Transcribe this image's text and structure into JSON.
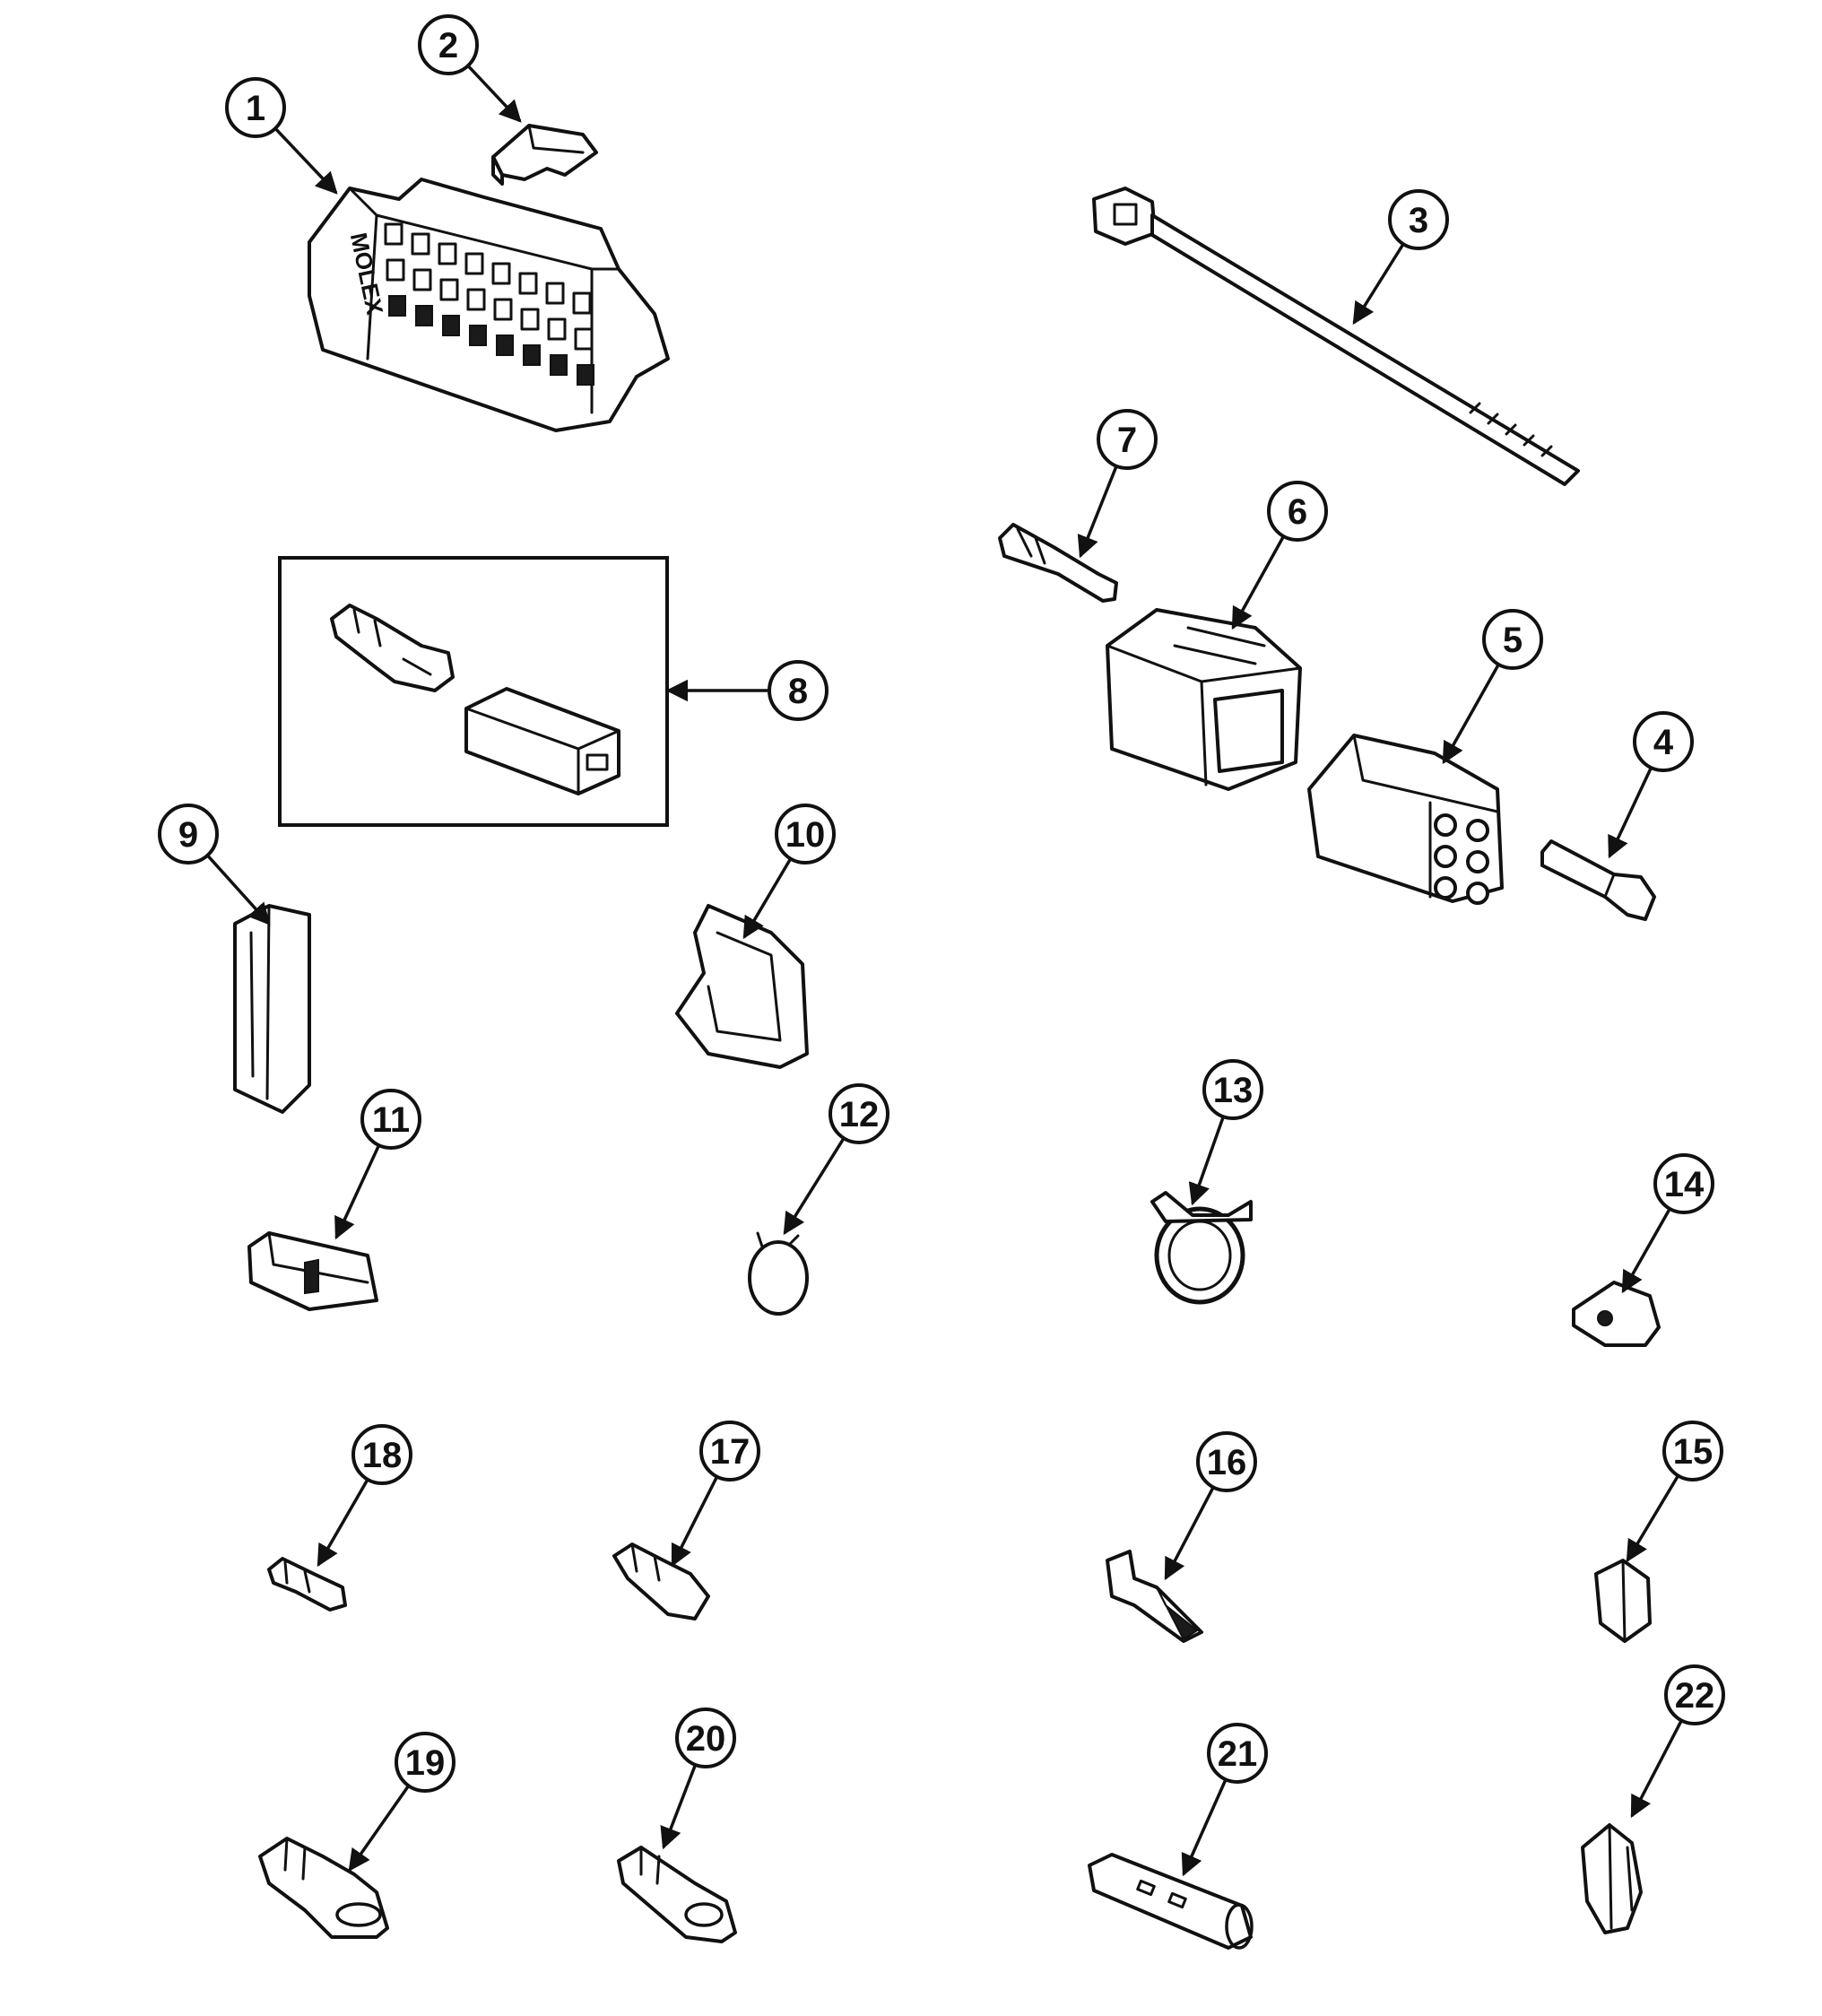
{
  "callouts": [
    "1",
    "2",
    "3",
    "4",
    "5",
    "6",
    "7",
    "8",
    "9",
    "10",
    "11",
    "12",
    "13",
    "14",
    "15",
    "16",
    "17",
    "18",
    "19",
    "20",
    "21",
    "22"
  ],
  "brand_marking": "MOLEX"
}
